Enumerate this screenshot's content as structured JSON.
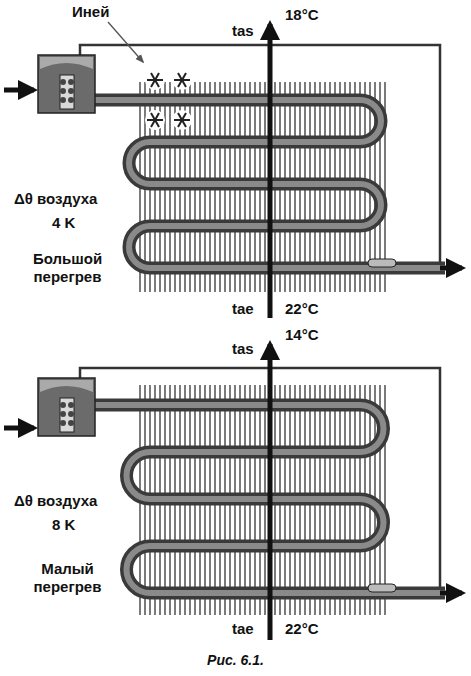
{
  "diagram": {
    "caption": "Рис. 6.1.",
    "labels": [
      "Иней",
      "tas",
      "18°C",
      "Δθ воздуха",
      "4 K",
      "Большой перегрев",
      "tae",
      "22°C",
      "tas",
      "14°C",
      "Δθ воздуха",
      "8 K",
      "Малый перегрев",
      "tae",
      "22°C"
    ]
  }
}
